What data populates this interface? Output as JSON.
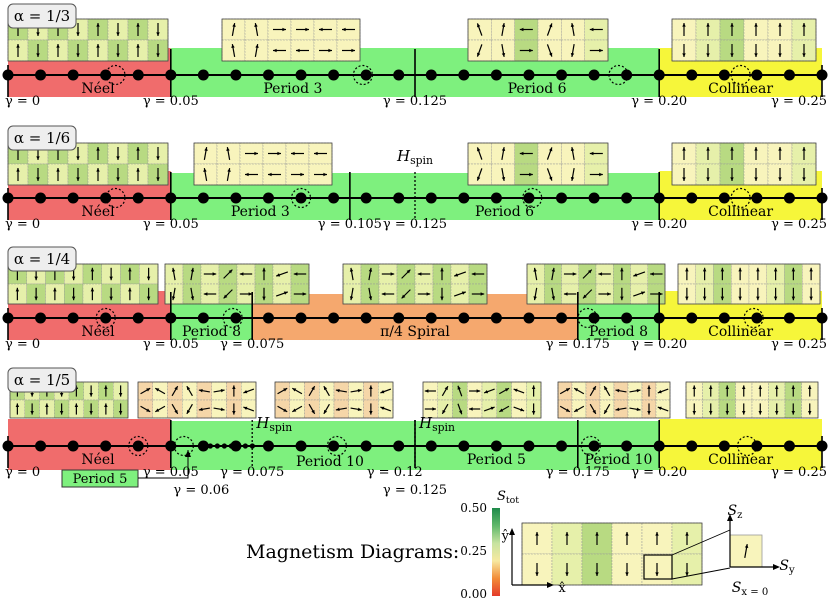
{
  "colors": {
    "neel": "#f06c6c",
    "period": "#7ef07e",
    "collinear": "#f6f63a",
    "spiral": "#f5a86e",
    "dia_yellow": "#f8f4bc",
    "dia_light": "#e6f0aa",
    "dia_green": "#b8da82",
    "dia_green2": "#a6d27a",
    "dia_orange": "#f5d6a8",
    "colorbar_stops": [
      "#e43a2a",
      "#f28c38",
      "#f7e9a0",
      "#c7e3a0",
      "#5fb86a",
      "#1e8a4a"
    ]
  },
  "rows": [
    {
      "alpha_label": "α = 1/3",
      "hspin": [],
      "segments": [
        {
          "from": 0.0,
          "to": 0.05,
          "color": "neel",
          "label": "Néel"
        },
        {
          "from": 0.05,
          "to": 0.125,
          "color": "period",
          "label": "Period 3"
        },
        {
          "from": 0.125,
          "to": 0.2,
          "color": "period",
          "label": "Period 6"
        },
        {
          "from": 0.2,
          "to": 0.25,
          "color": "collinear",
          "label": "Collinear"
        }
      ],
      "ticks": [
        "γ = 0",
        "γ = 0.05",
        "γ = 0.125",
        "γ = 0.20",
        "γ = 0.25"
      ],
      "tick_values": [
        0.0,
        0.05,
        0.125,
        0.2,
        0.25
      ],
      "circled": [
        0.033,
        0.109,
        0.1875,
        0.225
      ]
    },
    {
      "alpha_label": "α = 1/6",
      "hspin": [
        "H_spin"
      ],
      "segments": [
        {
          "from": 0.0,
          "to": 0.05,
          "color": "neel",
          "label": "Néel"
        },
        {
          "from": 0.05,
          "to": 0.105,
          "color": "period",
          "label": "Period 3"
        },
        {
          "from": 0.105,
          "to": 0.2,
          "color": "period",
          "label": "Period 6"
        },
        {
          "from": 0.2,
          "to": 0.25,
          "color": "collinear",
          "label": "Collinear"
        }
      ],
      "ticks": [
        "γ = 0",
        "γ = 0.05",
        "γ = 0.105",
        "γ = 0.125",
        "γ = 0.20",
        "γ = 0.25"
      ],
      "tick_values": [
        0.0,
        0.05,
        0.105,
        0.125,
        0.2,
        0.25
      ],
      "circled": [
        0.033,
        0.09,
        0.161,
        0.225
      ]
    },
    {
      "alpha_label": "α = 1/4",
      "hspin": [],
      "segments": [
        {
          "from": 0.0,
          "to": 0.05,
          "color": "neel",
          "label": "Néel"
        },
        {
          "from": 0.05,
          "to": 0.075,
          "color": "period",
          "label": "Period 8"
        },
        {
          "from": 0.075,
          "to": 0.175,
          "color": "spiral",
          "label": "π/4 Spiral"
        },
        {
          "from": 0.175,
          "to": 0.2,
          "color": "period",
          "label": "Period 8"
        },
        {
          "from": 0.2,
          "to": 0.25,
          "color": "collinear",
          "label": "Collinear"
        }
      ],
      "ticks": [
        "γ = 0",
        "γ = 0.05",
        "γ = 0.075",
        "γ = 0.175",
        "γ = 0.20",
        "γ = 0.25"
      ],
      "tick_values": [
        0.0,
        0.05,
        0.075,
        0.175,
        0.2,
        0.25
      ],
      "circled": [
        0.03,
        0.069,
        0.178,
        0.229
      ]
    },
    {
      "alpha_label": "α = 1/5",
      "hspin": [
        "H_spin",
        "H_spin"
      ],
      "segments": [
        {
          "from": 0.0,
          "to": 0.05,
          "color": "neel",
          "label": "Néel"
        },
        {
          "from": 0.05,
          "to": 0.125,
          "color": "period",
          "label": "Period 10"
        },
        {
          "from": 0.125,
          "to": 0.175,
          "color": "period",
          "label": "Period 5"
        },
        {
          "from": 0.175,
          "to": 0.2,
          "color": "period",
          "label": "Period 10"
        },
        {
          "from": 0.2,
          "to": 0.25,
          "color": "collinear",
          "label": "Collinear"
        }
      ],
      "ticks": [
        "γ = 0",
        "γ = 0.05",
        "γ = 0.06",
        "γ = 0.075",
        "γ = 0.12",
        "γ = 0.125",
        "γ = 0.175",
        "γ = 0.20",
        "γ = 0.25"
      ],
      "tick_values": [
        0.0,
        0.05,
        0.06,
        0.075,
        0.12,
        0.125,
        0.175,
        0.2,
        0.25
      ],
      "circled": [
        0.04,
        0.054,
        0.101,
        0.179,
        0.227
      ],
      "callout": "Period 5"
    }
  ],
  "legend": {
    "title": "Magnetism Diagrams:",
    "colorbar_label": "S_tot",
    "colorbar_ticks": [
      "0.50",
      "0.25",
      "0.00"
    ],
    "axis_y": "ŷ",
    "axis_x": "x̂",
    "spin_axes": {
      "z": "S_z",
      "y": "S_y",
      "x": "S_x = 0"
    }
  }
}
